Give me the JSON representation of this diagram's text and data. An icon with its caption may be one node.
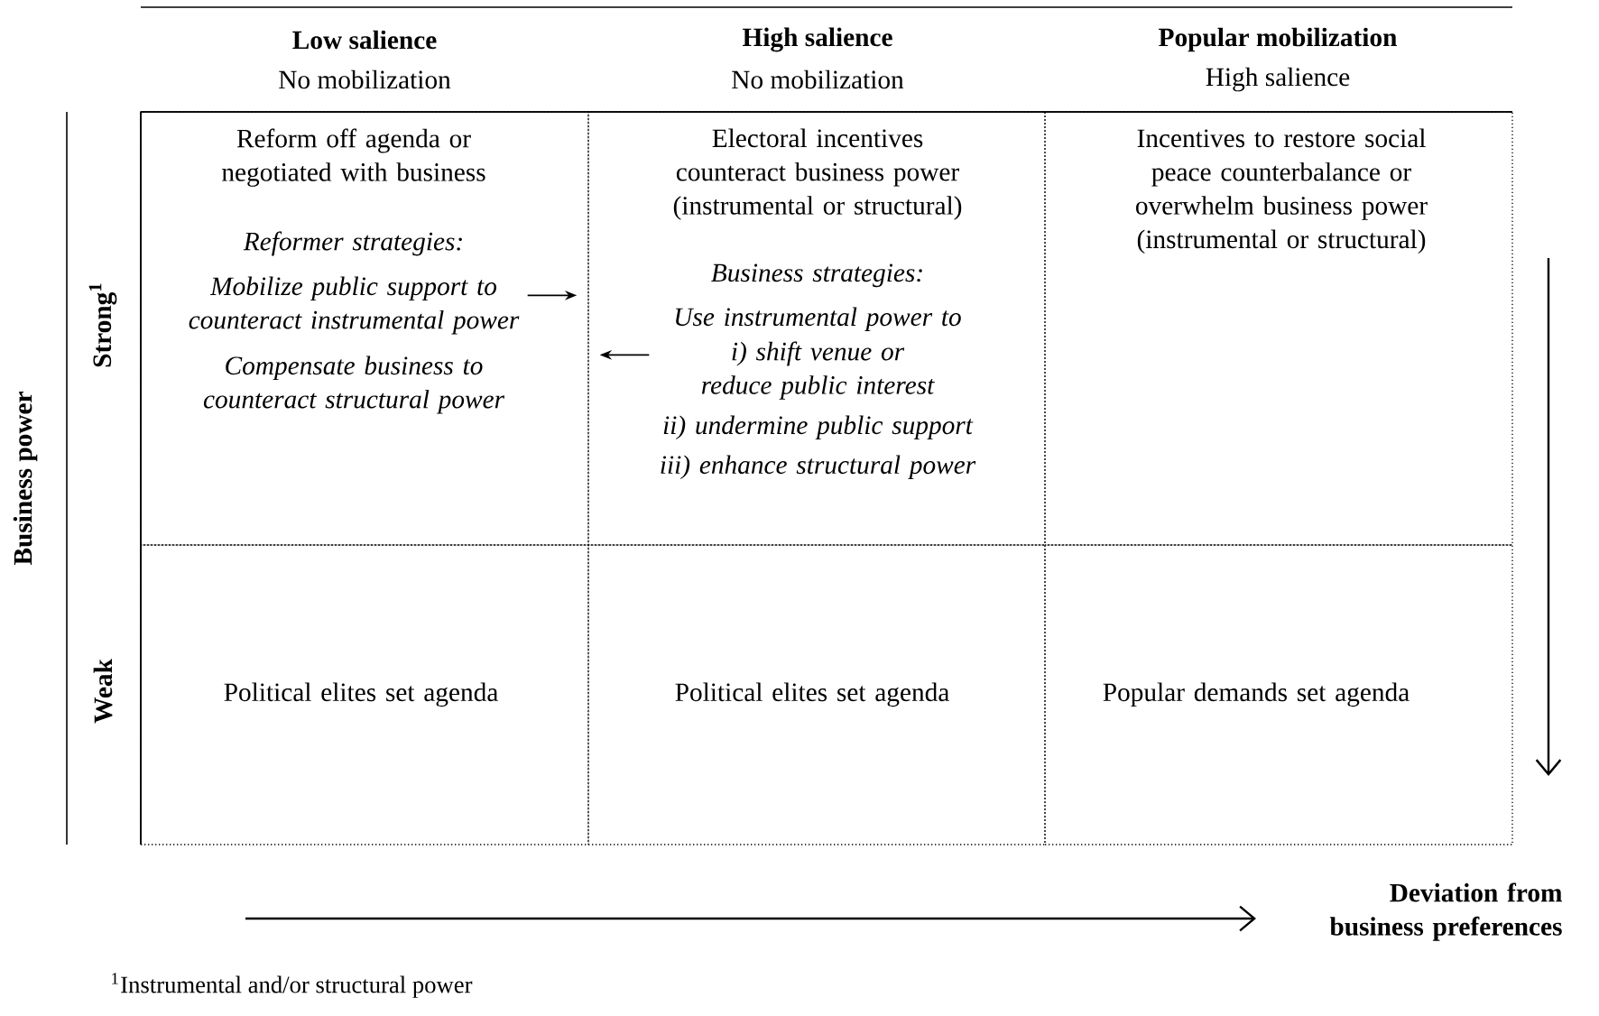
{
  "diagram": {
    "nodes": [
      {
        "text": [
          "Reform off agenda or negotiated with business",
          "Reformer strategies:",
          "Mobilize public support to counteract instrumental power",
          "Compensate business to counteract structural power"
        ]
      },
      {
        "text": [
          "Electoral incentives counteract business power (instrumental or structural)",
          "Business strategies:",
          "Use instrumental power to",
          "i) shift venue or reduce public interest",
          "ii) undermine public support",
          "iii) enhance structural power"
        ]
      },
      {
        "text": [
          "Incentives to restore social peace counterbalance or overwhelm business power (instrumental or structural)"
        ]
      },
      {
        "text": [
          "Political elites set agenda"
        ]
      },
      {
        "text": [
          "Political elites set agenda"
        ]
      },
      {
        "text": [
          "Popular demands set agenda"
        ]
      }
    ],
    "edges": [
      {
        "from": 0,
        "to": 1,
        "arrow": "to"
      },
      {
        "from": 1,
        "to": 0,
        "arrow": "to"
      }
    ],
    "labels": [
      "Low salience",
      "No mobilization",
      "High salience",
      "No mobilization",
      "Popular mobilization",
      "High salience",
      "Strong$^{1}$",
      "Business power",
      "Weak",
      "Deviation from business preferences",
      "$^{1}$Instrumental and/or structural power"
    ]
  }
}
